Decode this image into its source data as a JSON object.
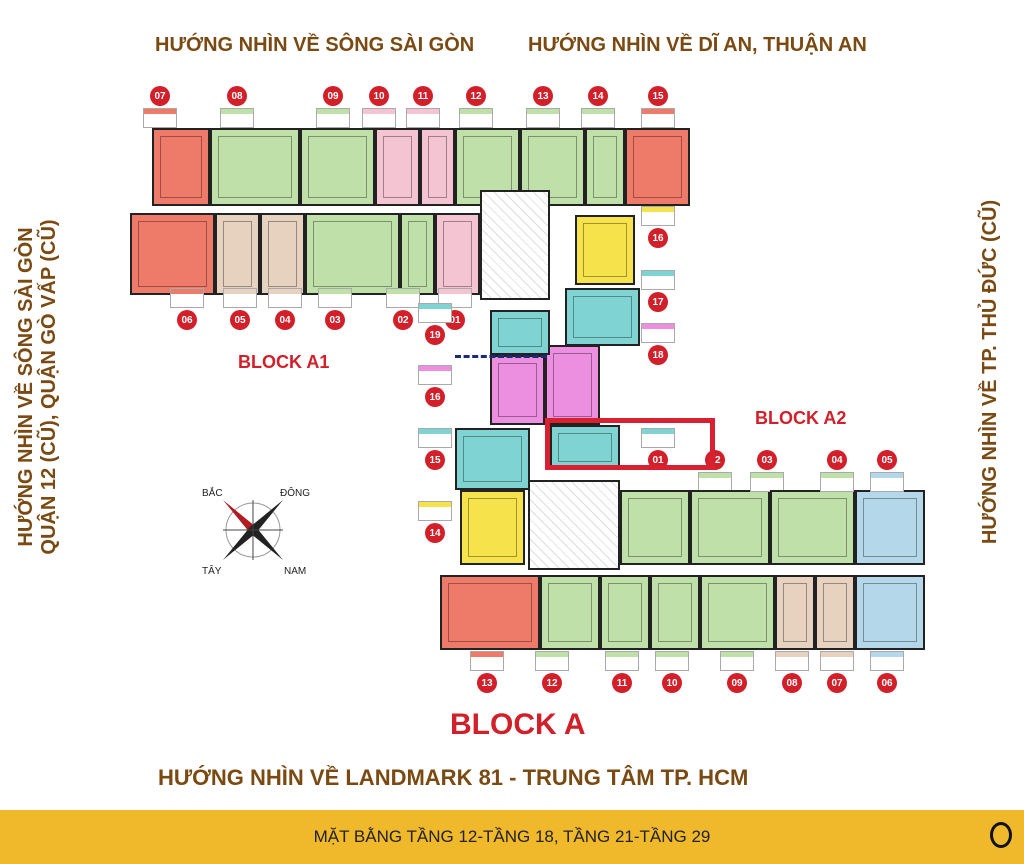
{
  "headings": {
    "top_left": "HƯỚNG NHÌN VỀ SÔNG SÀI GÒN",
    "top_right": "HƯỚNG NHÌN VỀ DĨ AN, THUẬN AN",
    "left_line1": "HƯỚNG NHÌN VỀ SÔNG SÀI GÒN",
    "left_line2": "QUẬN 12 (CŨ), QUẬN GÒ VẤP (CŨ)",
    "right": "HƯỚNG NHÌN VỀ TP. THỦ ĐỨC (CŨ)",
    "bottom": "HƯỚNG NHÌN VỀ LANDMARK 81 - TRUNG TÂM TP. HCM"
  },
  "blocks": {
    "a1": "BLOCK A1",
    "a2": "BLOCK A2",
    "a": "BLOCK A"
  },
  "compass": {
    "n": "BẮC",
    "e": "ĐÔNG",
    "s": "NAM",
    "w": "TÂY"
  },
  "banner": {
    "title": "MẶT BẰNG TẦNG 12-TẦNG 18, TẦNG 21-TẦNG 29"
  },
  "colors": {
    "red": "#ee7a6a",
    "green": "#bfe0a8",
    "pink": "#f5c4d2",
    "tan": "#e6d2bf",
    "yellow": "#f6e24a",
    "teal": "#7fd3d3",
    "magenta": "#ec8fe0",
    "blue": "#b4d8ea",
    "badge": "#d2202a",
    "highlight": "#d92030"
  },
  "units": [
    {
      "no": "07",
      "color": "red"
    },
    {
      "no": "08",
      "color": "green"
    },
    {
      "no": "09",
      "color": "green"
    },
    {
      "no": "10",
      "color": "pink"
    },
    {
      "no": "11",
      "color": "pink"
    },
    {
      "no": "12",
      "color": "green"
    },
    {
      "no": "13",
      "color": "green"
    },
    {
      "no": "14",
      "color": "green"
    },
    {
      "no": "15",
      "color": "red"
    },
    {
      "no": "06",
      "color": "red"
    },
    {
      "no": "05",
      "color": "tan"
    },
    {
      "no": "04",
      "color": "tan"
    },
    {
      "no": "03",
      "color": "green"
    },
    {
      "no": "02",
      "color": "green"
    },
    {
      "no": "01",
      "color": "pink"
    },
    {
      "no": "16",
      "color": "yellow"
    },
    {
      "no": "17",
      "color": "teal"
    },
    {
      "no": "18",
      "color": "magenta"
    },
    {
      "no": "19",
      "color": "teal"
    },
    {
      "no": "16",
      "color": "magenta"
    },
    {
      "no": "15",
      "color": "teal"
    },
    {
      "no": "14",
      "color": "yellow"
    },
    {
      "no": "01",
      "color": "teal"
    },
    {
      "no": "02",
      "color": "green"
    },
    {
      "no": "03",
      "color": "green"
    },
    {
      "no": "04",
      "color": "green"
    },
    {
      "no": "05",
      "color": "blue"
    },
    {
      "no": "13",
      "color": "red"
    },
    {
      "no": "12",
      "color": "green"
    },
    {
      "no": "11",
      "color": "green"
    },
    {
      "no": "10",
      "color": "green"
    },
    {
      "no": "09",
      "color": "green"
    },
    {
      "no": "08",
      "color": "tan"
    },
    {
      "no": "07",
      "color": "tan"
    },
    {
      "no": "06",
      "color": "blue"
    }
  ]
}
